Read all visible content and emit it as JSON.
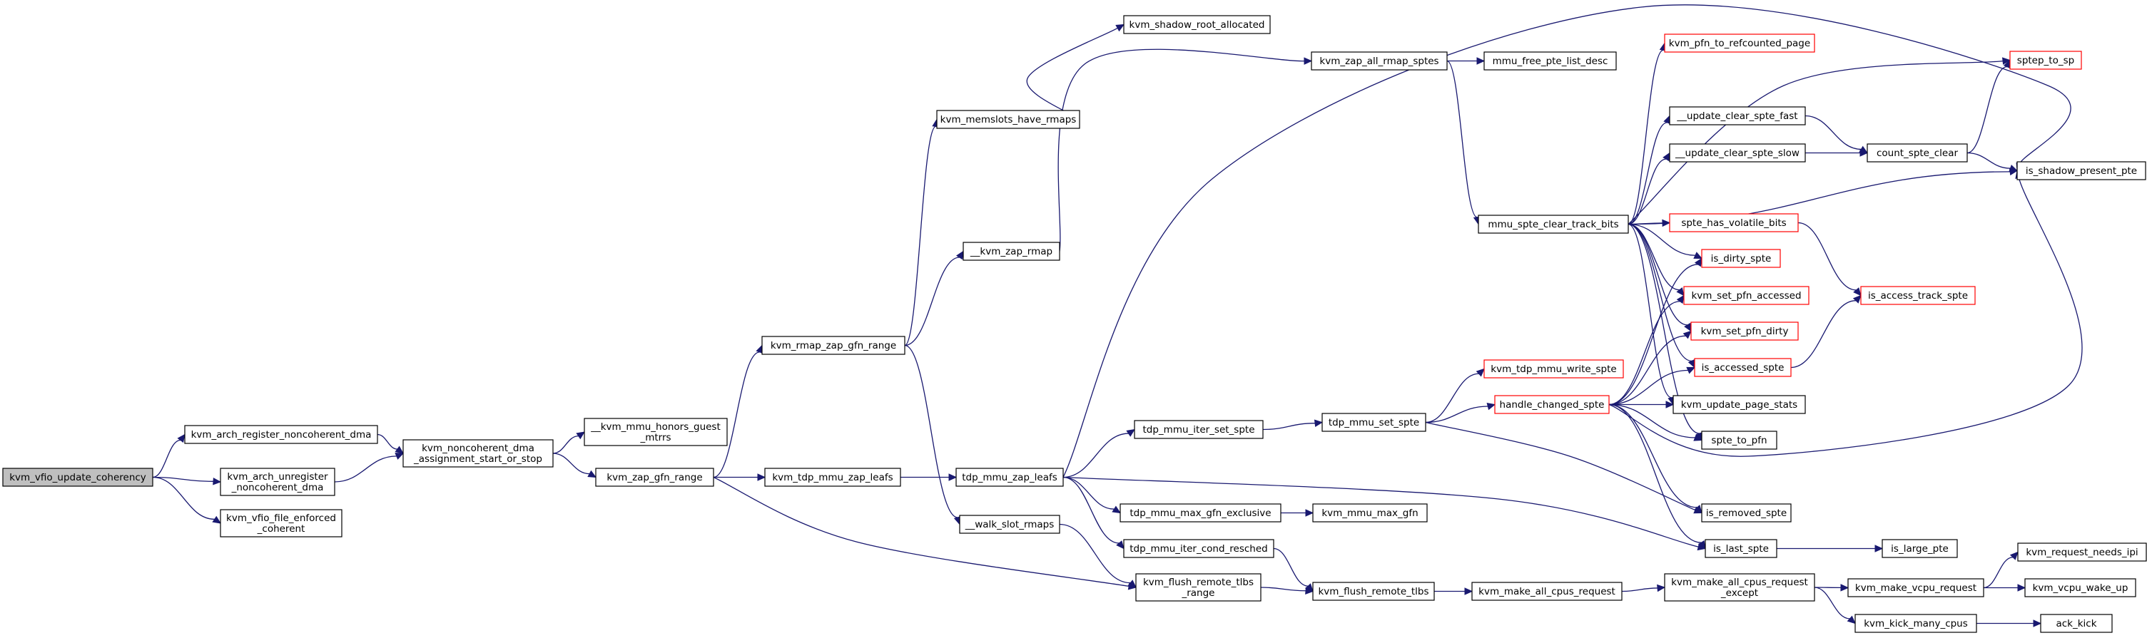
{
  "colors": {
    "edge": "#191970",
    "border_normal": "#000000",
    "border_external": "#ff0000",
    "fill_normal": "#ffffff",
    "fill_root": "#bfbfbf"
  },
  "nodes": [
    {
      "id": "root",
      "lines": [
        "kvm_vfio_update_coherency"
      ],
      "style": "root"
    },
    {
      "id": "arch_reg",
      "lines": [
        "kvm_arch_register_noncoherent_dma"
      ],
      "style": "normal"
    },
    {
      "id": "arch_unreg",
      "lines": [
        "kvm_arch_unregister",
        "_noncoherent_dma"
      ],
      "style": "normal"
    },
    {
      "id": "file_enf",
      "lines": [
        "kvm_vfio_file_enforced",
        "_coherent"
      ],
      "style": "normal"
    },
    {
      "id": "noncoh",
      "lines": [
        "kvm_noncoherent_dma",
        "_assignment_start_or_stop"
      ],
      "style": "normal"
    },
    {
      "id": "honors",
      "lines": [
        "__kvm_mmu_honors_guest",
        "_mtrrs"
      ],
      "style": "normal"
    },
    {
      "id": "zap_gfn",
      "lines": [
        "kvm_zap_gfn_range"
      ],
      "style": "normal"
    },
    {
      "id": "rmap_zap",
      "lines": [
        "kvm_rmap_zap_gfn_range"
      ],
      "style": "normal"
    },
    {
      "id": "tdp_zap_leafs_kvm",
      "lines": [
        "kvm_tdp_mmu_zap_leafs"
      ],
      "style": "normal"
    },
    {
      "id": "memslots",
      "lines": [
        "kvm_memslots_have_rmaps"
      ],
      "style": "normal"
    },
    {
      "id": "shadow_root",
      "lines": [
        "kvm_shadow_root_allocated"
      ],
      "style": "normal"
    },
    {
      "id": "kvm_zap_rmap",
      "lines": [
        "__kvm_zap_rmap"
      ],
      "style": "normal"
    },
    {
      "id": "walk_slot",
      "lines": [
        "__walk_slot_rmaps"
      ],
      "style": "normal"
    },
    {
      "id": "tdp_zap_leafs",
      "lines": [
        "tdp_mmu_zap_leafs"
      ],
      "style": "normal"
    },
    {
      "id": "zap_all_rmap",
      "lines": [
        "kvm_zap_all_rmap_sptes"
      ],
      "style": "normal"
    },
    {
      "id": "free_pte",
      "lines": [
        "mmu_free_pte_list_desc"
      ],
      "style": "normal"
    },
    {
      "id": "iter_set",
      "lines": [
        "tdp_mmu_iter_set_spte"
      ],
      "style": "normal"
    },
    {
      "id": "max_gfn_excl",
      "lines": [
        "tdp_mmu_max_gfn_exclusive"
      ],
      "style": "normal"
    },
    {
      "id": "iter_cond",
      "lines": [
        "tdp_mmu_iter_cond_resched"
      ],
      "style": "normal"
    },
    {
      "id": "flush_range",
      "lines": [
        "kvm_flush_remote_tlbs",
        "_range"
      ],
      "style": "normal"
    },
    {
      "id": "set_spte",
      "lines": [
        "tdp_mmu_set_spte"
      ],
      "style": "normal"
    },
    {
      "id": "max_gfn",
      "lines": [
        "kvm_mmu_max_gfn"
      ],
      "style": "normal"
    },
    {
      "id": "flush_tlbs",
      "lines": [
        "kvm_flush_remote_tlbs"
      ],
      "style": "normal"
    },
    {
      "id": "write_spte",
      "lines": [
        "kvm_tdp_mmu_write_spte"
      ],
      "style": "external"
    },
    {
      "id": "handle_changed",
      "lines": [
        "handle_changed_spte"
      ],
      "style": "external"
    },
    {
      "id": "make_all_req",
      "lines": [
        "kvm_make_all_cpus_request"
      ],
      "style": "normal"
    },
    {
      "id": "clear_track",
      "lines": [
        "mmu_spte_clear_track_bits"
      ],
      "style": "normal"
    },
    {
      "id": "pfn_refc",
      "lines": [
        "kvm_pfn_to_refcounted_page"
      ],
      "style": "external"
    },
    {
      "id": "upd_fast",
      "lines": [
        "__update_clear_spte_fast"
      ],
      "style": "normal"
    },
    {
      "id": "upd_slow",
      "lines": [
        "__update_clear_spte_slow"
      ],
      "style": "normal"
    },
    {
      "id": "volatile",
      "lines": [
        "spte_has_volatile_bits"
      ],
      "style": "external"
    },
    {
      "id": "dirty",
      "lines": [
        "is_dirty_spte"
      ],
      "style": "external"
    },
    {
      "id": "set_accessed",
      "lines": [
        "kvm_set_pfn_accessed"
      ],
      "style": "external"
    },
    {
      "id": "set_dirty",
      "lines": [
        "kvm_set_pfn_dirty"
      ],
      "style": "external"
    },
    {
      "id": "accessed",
      "lines": [
        "is_accessed_spte"
      ],
      "style": "external"
    },
    {
      "id": "page_stats",
      "lines": [
        "kvm_update_page_stats"
      ],
      "style": "normal"
    },
    {
      "id": "to_pfn",
      "lines": [
        "spte_to_pfn"
      ],
      "style": "normal"
    },
    {
      "id": "removed",
      "lines": [
        "is_removed_spte"
      ],
      "style": "normal"
    },
    {
      "id": "last",
      "lines": [
        "is_last_spte"
      ],
      "style": "normal"
    },
    {
      "id": "make_all_exc",
      "lines": [
        "kvm_make_all_cpus_request",
        "_except"
      ],
      "style": "normal"
    },
    {
      "id": "count_clear",
      "lines": [
        "count_spte_clear"
      ],
      "style": "normal"
    },
    {
      "id": "sptep_sp",
      "lines": [
        "sptep_to_sp"
      ],
      "style": "external"
    },
    {
      "id": "shadow_present",
      "lines": [
        "is_shadow_present_pte"
      ],
      "style": "normal"
    },
    {
      "id": "access_track",
      "lines": [
        "is_access_track_spte"
      ],
      "style": "external"
    },
    {
      "id": "large",
      "lines": [
        "is_large_pte"
      ],
      "style": "normal"
    },
    {
      "id": "vcpu_req",
      "lines": [
        "kvm_make_vcpu_request"
      ],
      "style": "normal"
    },
    {
      "id": "kick_many",
      "lines": [
        "kvm_kick_many_cpus"
      ],
      "style": "normal"
    },
    {
      "id": "needs_ipi",
      "lines": [
        "kvm_request_needs_ipi"
      ],
      "style": "normal"
    },
    {
      "id": "wake_up",
      "lines": [
        "kvm_vcpu_wake_up"
      ],
      "style": "normal"
    },
    {
      "id": "ack_kick",
      "lines": [
        "ack_kick"
      ],
      "style": "normal"
    }
  ],
  "edges": [
    [
      "root",
      "arch_reg"
    ],
    [
      "root",
      "arch_unreg"
    ],
    [
      "root",
      "file_enf"
    ],
    [
      "arch_reg",
      "noncoh"
    ],
    [
      "arch_unreg",
      "noncoh"
    ],
    [
      "noncoh",
      "honors"
    ],
    [
      "noncoh",
      "zap_gfn"
    ],
    [
      "zap_gfn",
      "rmap_zap"
    ],
    [
      "zap_gfn",
      "tdp_zap_leafs_kvm"
    ],
    [
      "zap_gfn",
      "flush_range"
    ],
    [
      "rmap_zap",
      "memslots"
    ],
    [
      "rmap_zap",
      "kvm_zap_rmap"
    ],
    [
      "rmap_zap",
      "walk_slot"
    ],
    [
      "memslots",
      "shadow_root"
    ],
    [
      "kvm_zap_rmap",
      "zap_all_rmap"
    ],
    [
      "walk_slot",
      "flush_range"
    ],
    [
      "tdp_zap_leafs_kvm",
      "tdp_zap_leafs"
    ],
    [
      "tdp_zap_leafs",
      "iter_set"
    ],
    [
      "tdp_zap_leafs",
      "max_gfn_excl"
    ],
    [
      "tdp_zap_leafs",
      "iter_cond"
    ],
    [
      "tdp_zap_leafs",
      "last"
    ],
    [
      "tdp_zap_leafs",
      "shadow_present"
    ],
    [
      "zap_all_rmap",
      "free_pte"
    ],
    [
      "zap_all_rmap",
      "clear_track"
    ],
    [
      "iter_set",
      "set_spte"
    ],
    [
      "max_gfn_excl",
      "max_gfn"
    ],
    [
      "iter_cond",
      "flush_tlbs"
    ],
    [
      "flush_range",
      "flush_tlbs"
    ],
    [
      "set_spte",
      "write_spte"
    ],
    [
      "set_spte",
      "handle_changed"
    ],
    [
      "set_spte",
      "removed"
    ],
    [
      "flush_tlbs",
      "make_all_req"
    ],
    [
      "make_all_req",
      "make_all_exc"
    ],
    [
      "handle_changed",
      "dirty"
    ],
    [
      "handle_changed",
      "set_accessed"
    ],
    [
      "handle_changed",
      "set_dirty"
    ],
    [
      "handle_changed",
      "accessed"
    ],
    [
      "handle_changed",
      "page_stats"
    ],
    [
      "handle_changed",
      "to_pfn"
    ],
    [
      "handle_changed",
      "removed"
    ],
    [
      "handle_changed",
      "last"
    ],
    [
      "handle_changed",
      "shadow_present"
    ],
    [
      "clear_track",
      "pfn_refc"
    ],
    [
      "clear_track",
      "upd_fast"
    ],
    [
      "clear_track",
      "upd_slow"
    ],
    [
      "clear_track",
      "volatile"
    ],
    [
      "clear_track",
      "dirty"
    ],
    [
      "clear_track",
      "set_accessed"
    ],
    [
      "clear_track",
      "set_dirty"
    ],
    [
      "clear_track",
      "accessed"
    ],
    [
      "clear_track",
      "page_stats"
    ],
    [
      "clear_track",
      "to_pfn"
    ],
    [
      "clear_track",
      "sptep_sp"
    ],
    [
      "clear_track",
      "shadow_present"
    ],
    [
      "upd_fast",
      "count_clear"
    ],
    [
      "upd_slow",
      "count_clear"
    ],
    [
      "count_clear",
      "sptep_sp"
    ],
    [
      "count_clear",
      "shadow_present"
    ],
    [
      "volatile",
      "access_track"
    ],
    [
      "accessed",
      "access_track"
    ],
    [
      "last",
      "large"
    ],
    [
      "make_all_exc",
      "vcpu_req"
    ],
    [
      "make_all_exc",
      "kick_many"
    ],
    [
      "vcpu_req",
      "needs_ipi"
    ],
    [
      "vcpu_req",
      "wake_up"
    ],
    [
      "kick_many",
      "ack_kick"
    ]
  ]
}
